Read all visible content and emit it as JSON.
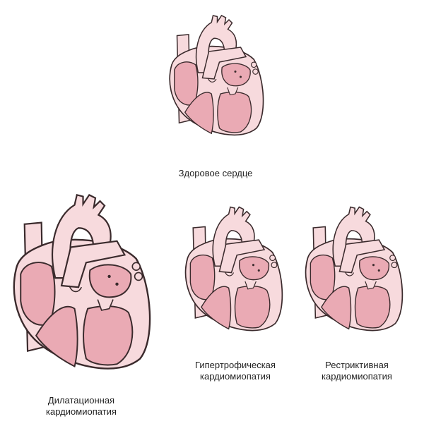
{
  "colors": {
    "outline": "#3a2a2c",
    "light_pink": "#f7dadd",
    "chamber_pink": "#eaaab4",
    "wall_pink": "#f3c9ce"
  },
  "hearts": [
    {
      "id": "healthy",
      "label_lines": [
        "Здоровое сердце"
      ]
    },
    {
      "id": "dilated",
      "label_lines": [
        "Дилатационная",
        "кардиомиопатия"
      ]
    },
    {
      "id": "hypertrophic",
      "label_lines": [
        "Гипертрофическая",
        "кардиомиопатия"
      ]
    },
    {
      "id": "restrictive",
      "label_lines": [
        "Рестриктивная",
        "кардиомиопатия"
      ]
    }
  ]
}
